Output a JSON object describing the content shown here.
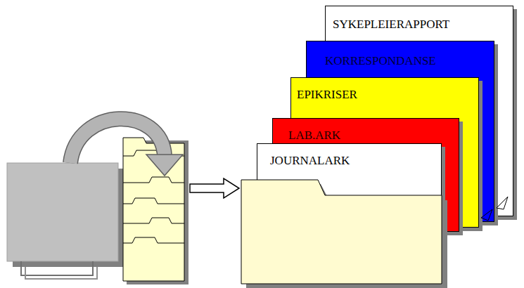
{
  "diagram": {
    "nodes": [
      {
        "text": [
          "SYKEPLEIERAPPORT"
        ]
      },
      {
        "text": [
          "KORRESPONDANSE"
        ]
      },
      {
        "text": [
          "EPIKRISER"
        ]
      },
      {
        "text": [
          "LAB.ARK"
        ]
      },
      {
        "text": [
          "JOURNALARK"
        ]
      }
    ]
  }
}
